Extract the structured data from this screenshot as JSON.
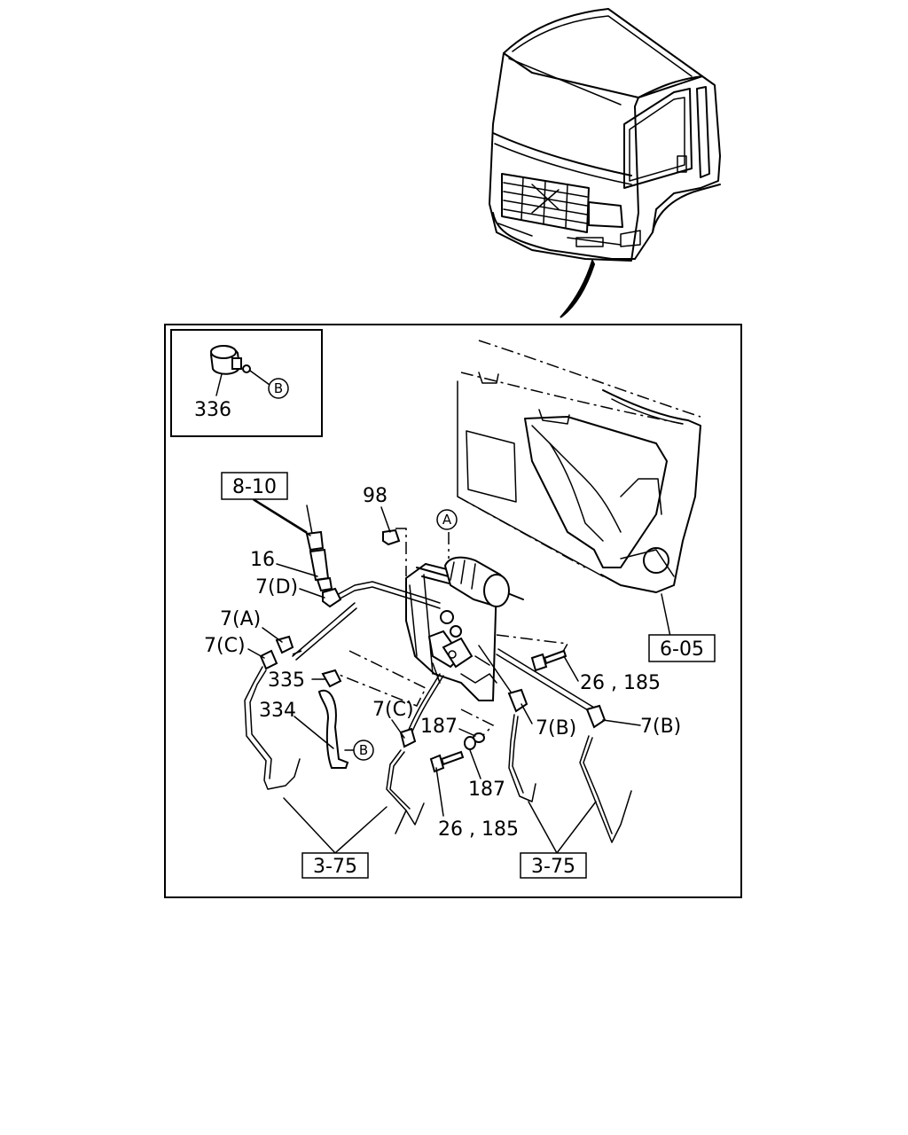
{
  "labels": {
    "p336": "336",
    "p98": "98",
    "p16": "16",
    "p7D": "7(D)",
    "p7A": "7(A)",
    "p7C_left": "7(C)",
    "p335": "335",
    "p334": "334",
    "p7C_mid": "7(C)",
    "p187_top": "187",
    "p187_bottom": "187",
    "p26_185_right": "26 , 185",
    "p26_185_bottom": "26 , 185",
    "p7B_mid": "7(B)",
    "p7B_right": "7(B)"
  },
  "circle_refs": {
    "A": "A",
    "B_inset": "B",
    "B_hose": "B"
  },
  "ref_boxes": {
    "r810": "8-10",
    "r605": "6-05",
    "r375_left": "3-75",
    "r375_right": "3-75"
  }
}
